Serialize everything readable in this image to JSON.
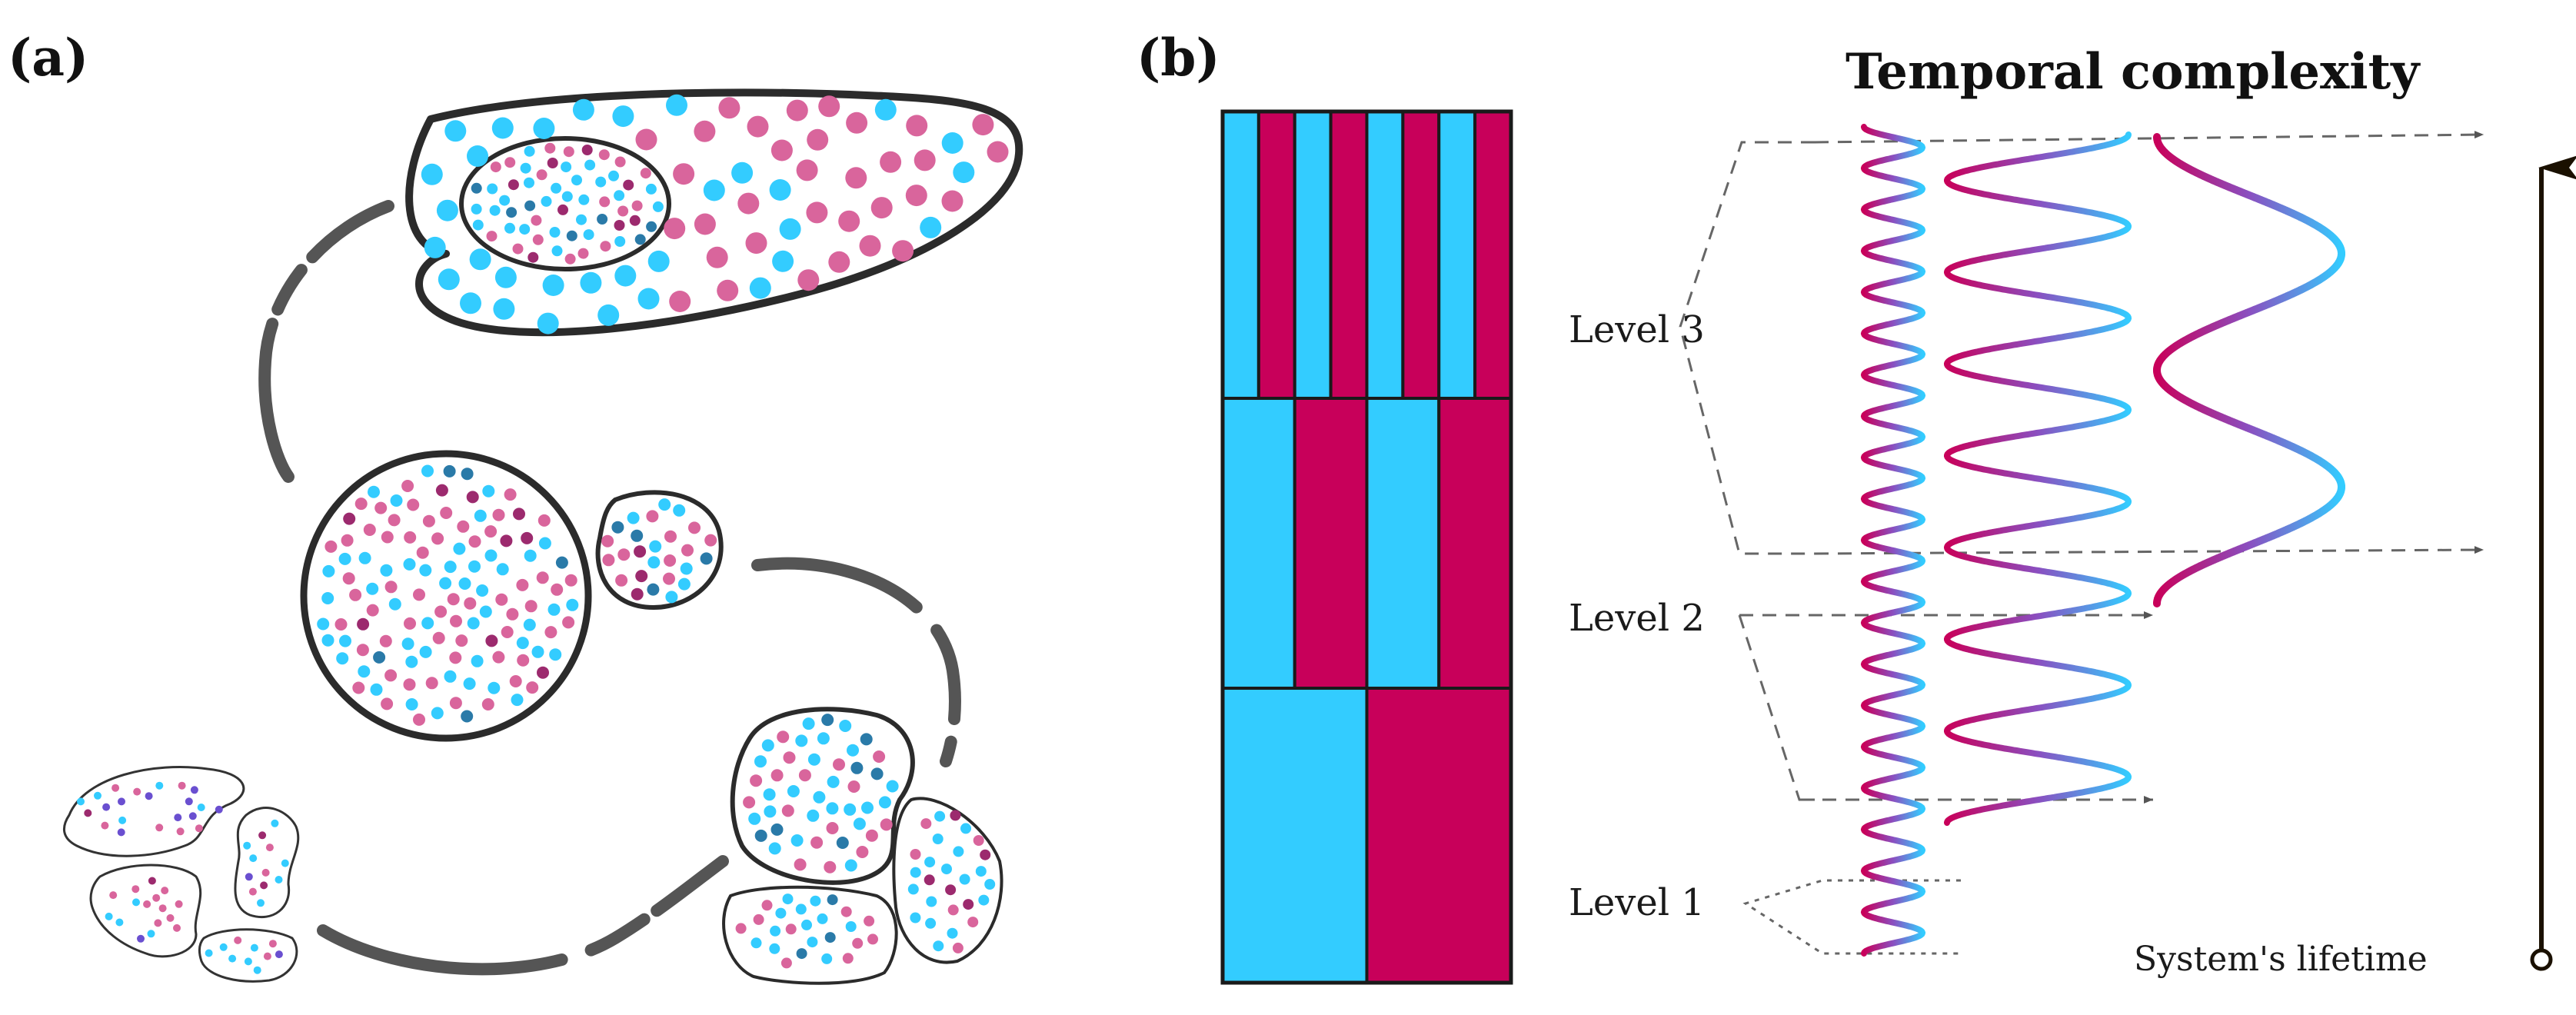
{
  "panels": {
    "a": {
      "label": "(a)"
    },
    "b": {
      "label": "(b)"
    }
  },
  "title": "Temporal complexity",
  "levels": [
    {
      "label": "Level 3"
    },
    {
      "label": "Level 2"
    },
    {
      "label": "Level 1"
    }
  ],
  "axis": {
    "label": "System's lifetime"
  },
  "colors": {
    "cyan": "#33ccff",
    "magenta": "#c8005a",
    "pink": "#d9659c",
    "dark_blue": "#2a7aa8",
    "dark_magenta": "#9c2a6e",
    "purple": "#6a4fd0",
    "outline": "#2b2b2b",
    "arrow_gray": "#555555"
  },
  "block_diagram": {
    "rows": [
      {
        "level": 3,
        "segments": [
          "cyan",
          "magenta",
          "cyan",
          "magenta",
          "cyan",
          "magenta",
          "cyan",
          "magenta"
        ]
      },
      {
        "level": 2,
        "segments": [
          "cyan",
          "magenta",
          "cyan",
          "magenta"
        ]
      },
      {
        "level": 1,
        "segments": [
          "cyan",
          "magenta"
        ]
      }
    ]
  },
  "waves": [
    {
      "name": "level-1-wave",
      "cycles": 20
    },
    {
      "name": "level-2-wave",
      "cycles": 7.5
    },
    {
      "name": "level-3-wave",
      "cycles": 2
    }
  ]
}
